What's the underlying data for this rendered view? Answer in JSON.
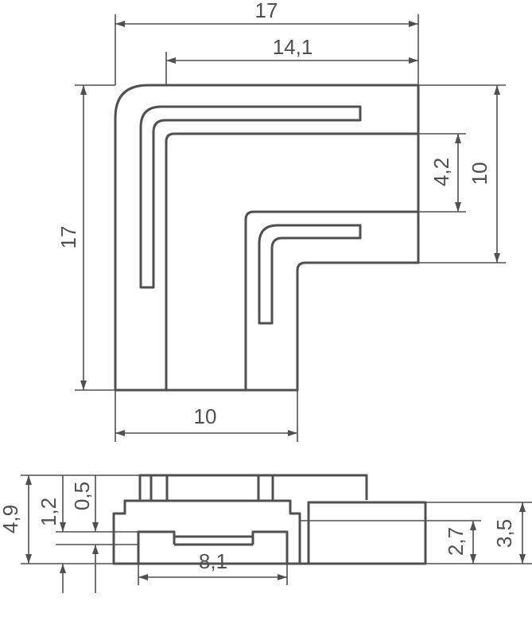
{
  "top_view": {
    "dims": {
      "overall_width": "17",
      "inner_width": "14,1",
      "overall_height": "17",
      "arm_width": "10",
      "right_arm_height": "10",
      "slot_gap": "4,2"
    }
  },
  "side_view": {
    "dims": {
      "total_height": "4,9",
      "step_height": "1,2",
      "base_offset": "0,5",
      "right_height_outer": "3,5",
      "right_height_inner": "2,7",
      "contact_width": "8,1"
    }
  },
  "colors": {
    "line": "#505050",
    "background": "#ffffff"
  }
}
